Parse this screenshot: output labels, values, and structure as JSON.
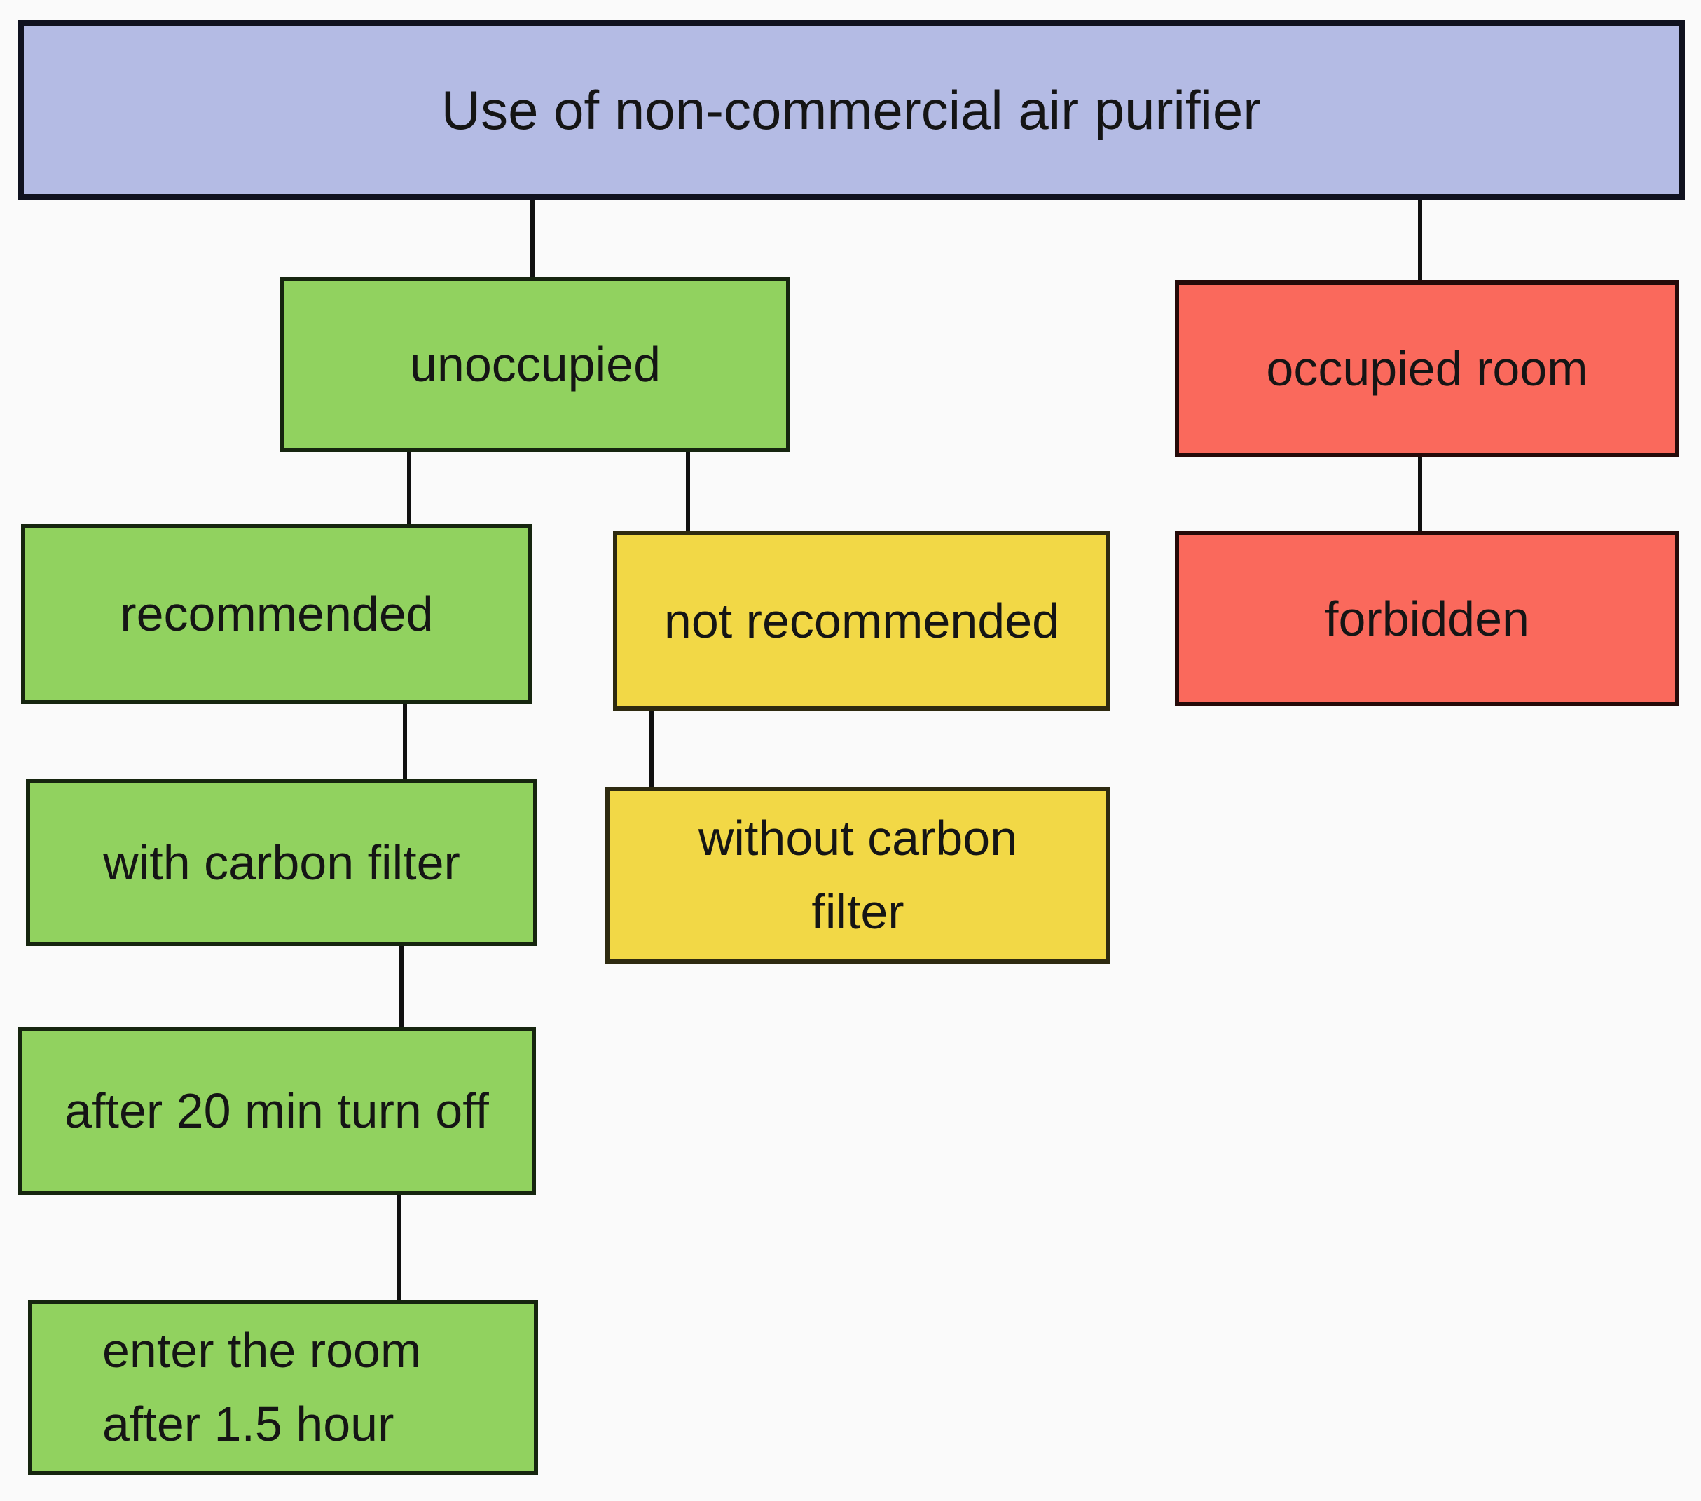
{
  "diagram": {
    "type": "flowchart",
    "background_color": "#fafafa",
    "connector_color": "#101010",
    "text_color": "#151515",
    "colors": {
      "root": "#b4bbe4",
      "allowed": "#91d25f",
      "caution": "#f2d846",
      "prohibited": "#fa695c"
    },
    "nodes": {
      "root": {
        "label": "Use of non-commercial air purifier",
        "color": "#b4bbe4"
      },
      "unoccupied": {
        "label": "unoccupied",
        "color": "#91d25f"
      },
      "occupied": {
        "label": "occupied room",
        "color": "#fa695c"
      },
      "recommended": {
        "label": "recommended",
        "color": "#91d25f"
      },
      "not_recommended": {
        "label": "not recommended",
        "color": "#f2d846"
      },
      "forbidden": {
        "label": "forbidden",
        "color": "#fa695c"
      },
      "with_filter": {
        "label": "with carbon filter",
        "color": "#91d25f"
      },
      "without_filter": {
        "label": "without carbon filter",
        "color": "#f2d846"
      },
      "turn_off": {
        "label": "after 20 min turn off",
        "color": "#91d25f"
      },
      "enter_room": {
        "label": "enter the room after 1.5 hour",
        "color": "#91d25f"
      }
    },
    "edges": [
      {
        "from": "root",
        "to": "unoccupied"
      },
      {
        "from": "root",
        "to": "occupied"
      },
      {
        "from": "unoccupied",
        "to": "recommended"
      },
      {
        "from": "unoccupied",
        "to": "not_recommended"
      },
      {
        "from": "occupied",
        "to": "forbidden"
      },
      {
        "from": "recommended",
        "to": "with_filter"
      },
      {
        "from": "not_recommended",
        "to": "without_filter"
      },
      {
        "from": "with_filter",
        "to": "turn_off"
      },
      {
        "from": "turn_off",
        "to": "enter_room"
      }
    ]
  }
}
